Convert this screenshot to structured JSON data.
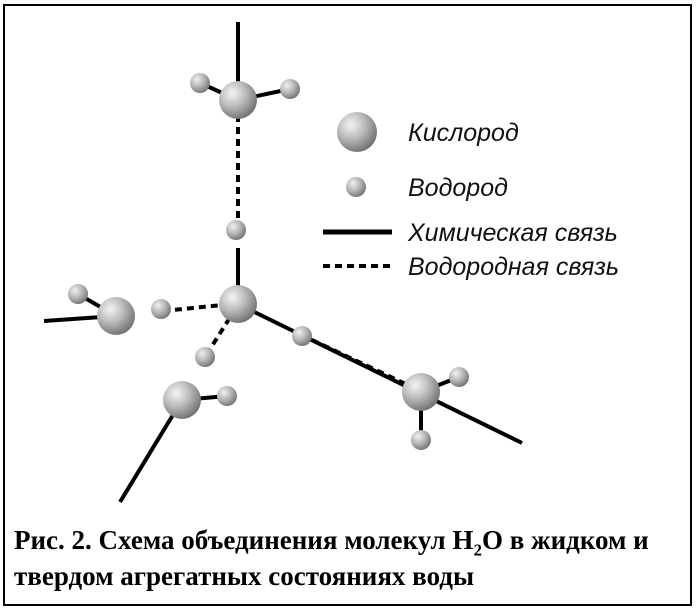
{
  "legend": {
    "oxygen": "Кислород",
    "hydrogen": "Водород",
    "chemical_bond": "Химическая связь",
    "hydrogen_bond": "Водородная связь"
  },
  "caption": {
    "prefix": "Рис. 2. Схема объединения молекул H",
    "subscript": "2",
    "suffix": "O в жидком и твердом агрегатных состояниях воды"
  }
}
